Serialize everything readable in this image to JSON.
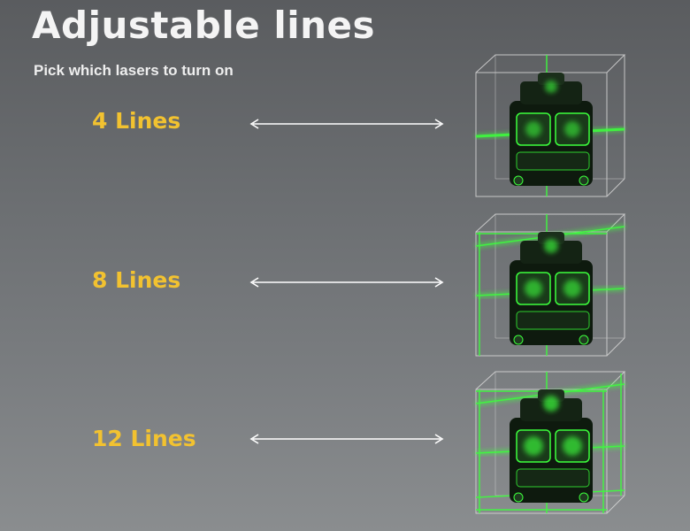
{
  "header": {
    "title": "Adjustable lines",
    "subtitle": "Pick which lasers to turn on"
  },
  "options": [
    {
      "label": "4 Lines"
    },
    {
      "label": "8 Lines"
    },
    {
      "label": "12 Lines"
    }
  ],
  "colors": {
    "label": "#f2c230",
    "laser": "#3cff3c",
    "background": "#6a6d70"
  },
  "icons": {
    "arrow": "double-arrow-icon",
    "device": "laser-level-device-icon"
  }
}
